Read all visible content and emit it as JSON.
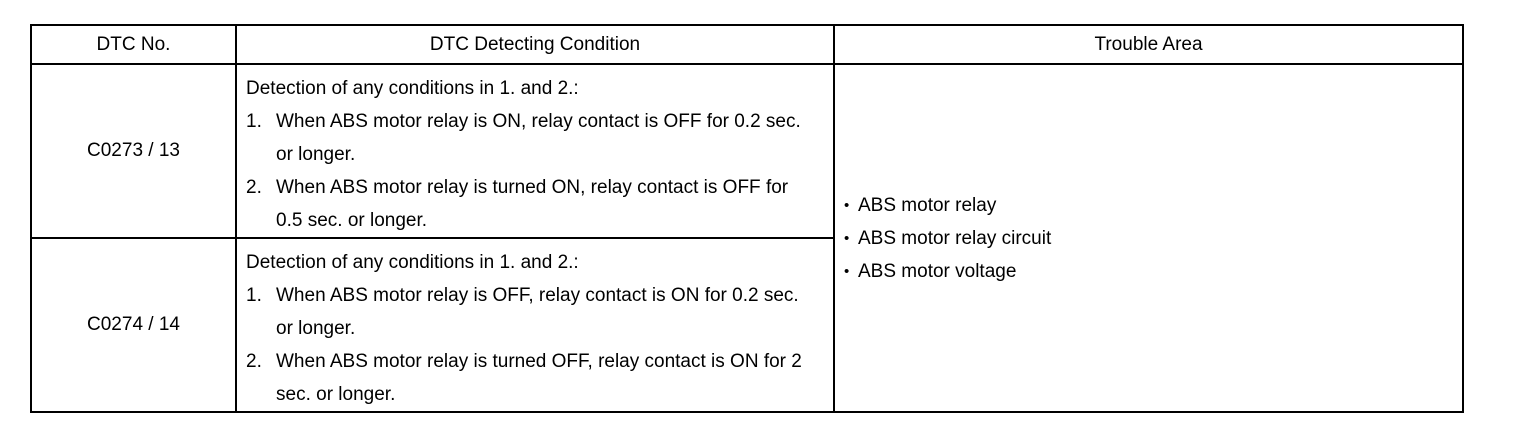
{
  "table": {
    "headers": {
      "dtc_no": "DTC No.",
      "condition": "DTC Detecting Condition",
      "trouble_area": "Trouble Area"
    },
    "rows": [
      {
        "dtc_no": "C0273 / 13",
        "intro": "Detection of any conditions in 1. and 2.:",
        "conditions": [
          {
            "num": "1.",
            "text": "When ABS motor relay is ON, relay contact is OFF for 0.2 sec. or longer."
          },
          {
            "num": "2.",
            "text": "When ABS motor relay is turned ON, relay contact is OFF for 0.5 sec. or longer."
          }
        ]
      },
      {
        "dtc_no": "C0274 / 14",
        "intro": "Detection of any conditions in 1. and 2.:",
        "conditions": [
          {
            "num": "1.",
            "text": "When ABS motor relay is OFF, relay contact is ON for 0.2 sec. or longer."
          },
          {
            "num": "2.",
            "text": "When ABS motor relay is turned OFF, relay contact is ON for 2 sec. or longer."
          }
        ]
      }
    ],
    "trouble_area": {
      "bullet": "•",
      "items": [
        "ABS motor relay",
        "ABS motor relay circuit",
        "ABS motor voltage"
      ]
    }
  }
}
